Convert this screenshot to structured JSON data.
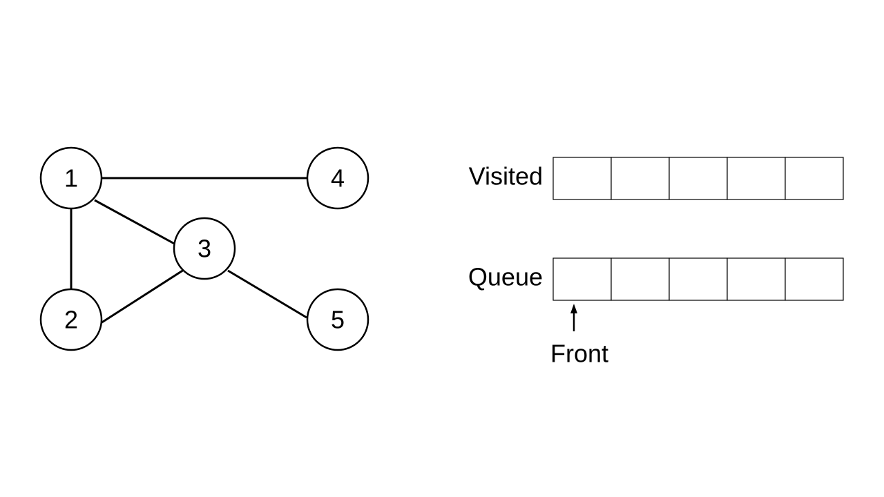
{
  "graph": {
    "nodes": [
      {
        "id": "1",
        "label": "1"
      },
      {
        "id": "2",
        "label": "2"
      },
      {
        "id": "3",
        "label": "3"
      },
      {
        "id": "4",
        "label": "4"
      },
      {
        "id": "5",
        "label": "5"
      }
    ],
    "edges": [
      {
        "from": "1",
        "to": "4"
      },
      {
        "from": "1",
        "to": "2"
      },
      {
        "from": "1",
        "to": "3"
      },
      {
        "from": "2",
        "to": "3"
      },
      {
        "from": "3",
        "to": "5"
      }
    ]
  },
  "visited": {
    "label": "Visited",
    "cells": [
      "",
      "",
      "",
      "",
      ""
    ]
  },
  "queue": {
    "label": "Queue",
    "cells": [
      "",
      "",
      "",
      "",
      ""
    ],
    "front_label": "Front"
  }
}
